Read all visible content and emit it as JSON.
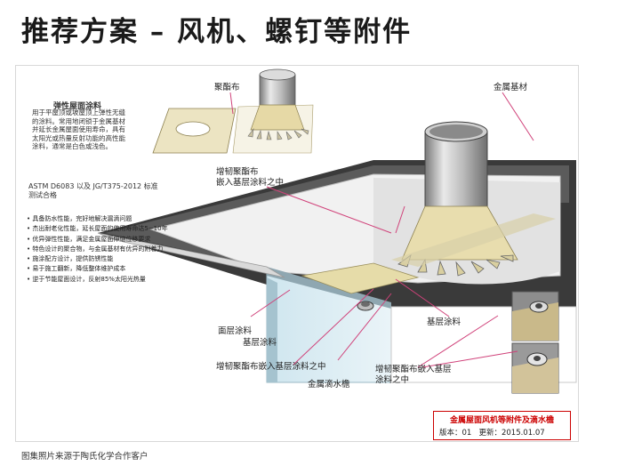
{
  "title": "推荐方案 – 风机、螺钉等附件",
  "labels": {
    "polyester_cloth": "聚酯布",
    "metal_substrate": "金属基材",
    "reinforced_cloth_top": "增韧聚酯布\n嵌入基层涂料之中",
    "base_coat": "基层涂料",
    "top_coat": "面层涂料",
    "base_coat_2": "基层涂料",
    "reinforced_cloth_bottom": "增韧聚酯布嵌入基层涂料之中",
    "metal_drip_edge": "金属滴水檐",
    "reinforced_cloth_right": "增韧聚酯布嵌入基层\n涂料之中"
  },
  "coating": {
    "title": "弹性屋面涂料",
    "description": "用于平屋顶或坡屋顶上弹性无缝的涂料。常用地闭锁于金属基材并延长金属屋面使用寿命，具有太阳光或热量反射功能的高性能涂料，通常是白色或浅色。"
  },
  "standard": "ASTM D6083 以及 JG/T375-2012 标准测试合格",
  "features": [
    "具备防水性能，完好地解决漏滴问题",
    "杰出耐老化性能，延长屋面的使用寿命达5~10年",
    "优异弹性性能，满足金属屋面伸缩位移要求",
    "特色设计的聚合物，与金属基材有优异的附着力",
    "施涂配方设计，提供防锈性能",
    "易于施工翻新，降低整体维护成本",
    "逆于节能屋面设计，反射85%太阳光热量"
  ],
  "title_box": {
    "title": "金属屋面风机等附件及滴水檐",
    "version_label": "版本：",
    "version": "01",
    "updated_label": "更新：",
    "updated": "2015.01.07"
  },
  "footer": "图集照片来源于陶氏化学合作客户",
  "colors": {
    "accent_red": "#cc0000",
    "callout": "#d0427a",
    "roof_dark": "#5a5a5a",
    "coating_light": "#efefef",
    "fabric": "#e8dfb6"
  }
}
